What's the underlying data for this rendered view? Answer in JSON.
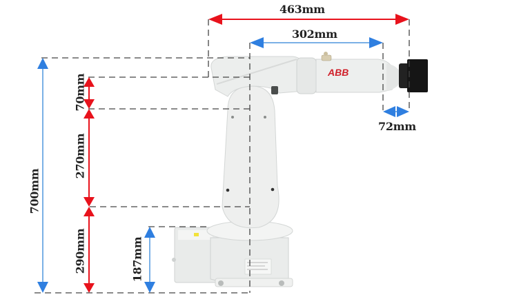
{
  "figure": {
    "subject": "ABB industrial robot arm dimension diagram",
    "brand_label": "ABB",
    "colors": {
      "red_arrow": "#e8121c",
      "blue_arrow": "#2f7fe0",
      "blue_arrow_line": "#7ab0e6",
      "dash_line": "#444444",
      "robot_body": "#eceeed",
      "gripper": "#151515",
      "brand": "#d0202a"
    },
    "dimensions": {
      "horizontal": [
        {
          "id": "reach_total",
          "label": "463mm",
          "color": "red"
        },
        {
          "id": "arm_length",
          "label": "302mm",
          "color": "blue"
        },
        {
          "id": "wrist_offset",
          "label": "72mm",
          "color": "blue"
        }
      ],
      "vertical": [
        {
          "id": "total_height",
          "label": "700mm",
          "color": "blue"
        },
        {
          "id": "upper_offset",
          "label": "70mm",
          "color": "red"
        },
        {
          "id": "lower_arm",
          "label": "270mm",
          "color": "red"
        },
        {
          "id": "base_to_shoulder",
          "label": "290mm",
          "color": "red"
        },
        {
          "id": "base_height",
          "label": "187mm",
          "color": "blue"
        }
      ]
    }
  }
}
